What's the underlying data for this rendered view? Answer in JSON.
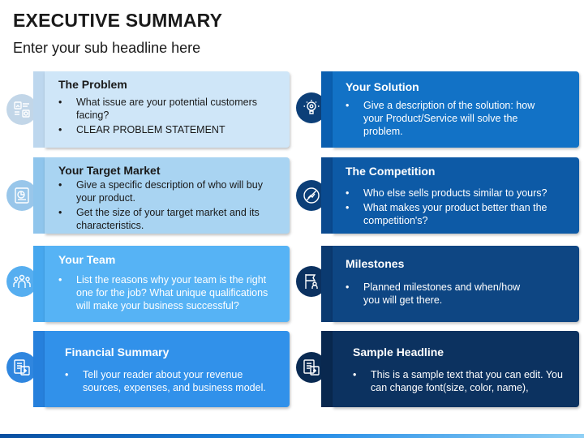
{
  "header": {
    "title": "EXECUTIVE SUMMARY",
    "subtitle": "Enter your sub headline here"
  },
  "left_cards": [
    {
      "heading": "The Problem",
      "bullets": [
        "What issue are your potential customers facing?",
        "CLEAR PROBLEM STATEMENT"
      ],
      "icon": "problem-chart-icon",
      "tab_color": "#bdd7ee",
      "body_color": "#cfe6f8",
      "text_color": "#1a1a1a"
    },
    {
      "heading": "Your Target Market",
      "bullets": [
        "Give a specific description of who will buy your product.",
        "Get the size of your target market and its characteristics."
      ],
      "icon": "target-market-chart-icon",
      "tab_color": "#8fc5ec",
      "body_color": "#a9d4f2",
      "text_color": "#1a1a1a"
    },
    {
      "heading": "Your Team",
      "bullets": [
        "List the reasons why your team is the right one for the job? What unique qualifications will make your business successful?"
      ],
      "icon": "team-icon",
      "tab_color": "#46a7ee",
      "body_color": "#56b3f5",
      "text_color": "#ffffff"
    },
    {
      "heading": "Financial Summary",
      "bullets": [
        "Tell your reader about your revenue sources, expenses, and business model."
      ],
      "icon": "financial-document-icon",
      "tab_color": "#2680dc",
      "body_color": "#3191ea",
      "text_color": "#ffffff"
    }
  ],
  "right_cards": [
    {
      "heading": "Your Solution",
      "bullets": [
        "Give a description of the solution: how your Product/Service will solve the problem."
      ],
      "icon": "lightbulb-gear-icon",
      "tab_color": "#0a5fb0",
      "body_color": "#1272c6",
      "text_color": "#ffffff"
    },
    {
      "heading": "The Competition",
      "bullets": [
        "Who else sells products similar to yours?",
        "What makes your product better than the competition's?"
      ],
      "icon": "no-competition-icon",
      "tab_color": "#0a4a8f",
      "body_color": "#0d5aa6",
      "text_color": "#ffffff"
    },
    {
      "heading": "Milestones",
      "bullets": [
        "Planned milestones and when/how you will get there."
      ],
      "icon": "milestone-flag-icon",
      "tab_color": "#0b3a70",
      "body_color": "#0e4683",
      "text_color": "#ffffff"
    },
    {
      "heading": "Sample Headline",
      "bullets": [
        "This is a sample text that you can edit. You can change font(size, color, name),"
      ],
      "icon": "financial-report-icon",
      "tab_color": "#09284f",
      "body_color": "#0c3260",
      "text_color": "#ffffff"
    }
  ],
  "colors": {
    "left_icon_bg": "#9cc5e6",
    "right_icon_bg": "#0d3b6e"
  }
}
